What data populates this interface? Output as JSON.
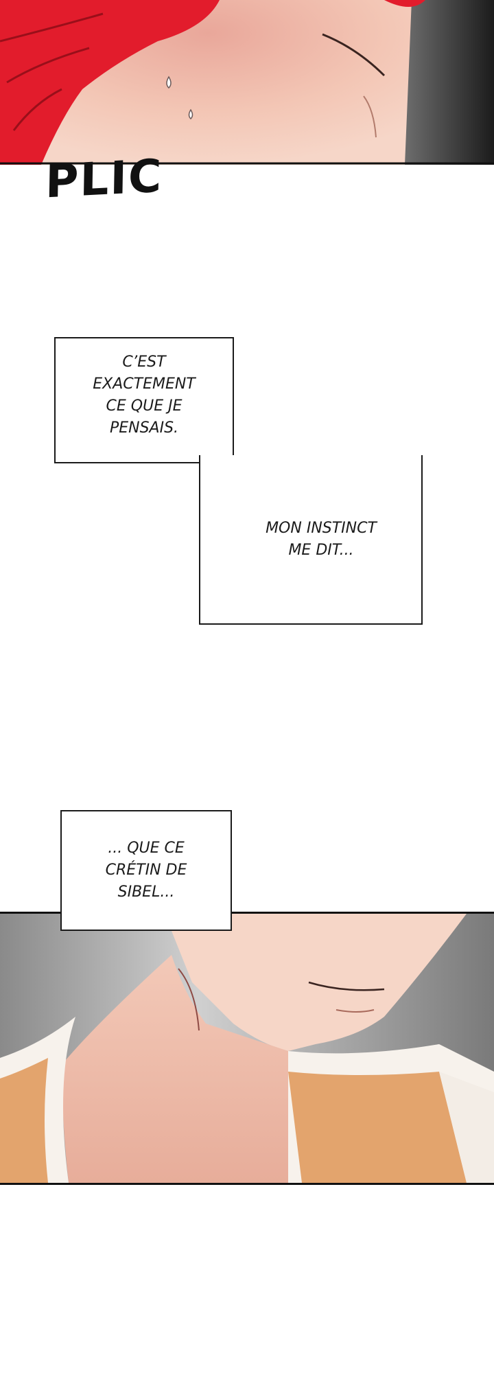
{
  "sound_effect": "PLIC",
  "captions": [
    "C’EST\nEXACTEMENT\nCE QUE JE\nPENSAIS.",
    "MON INSTINCT\nME DIT...",
    "... QUE CE\nCRÉTIN DE\nSIBEL..."
  ],
  "colors": {
    "hair_red": "#e21c2c",
    "skin": "#f2c7b4",
    "shadow_skin": "#d9a493",
    "shirt": "#f7f2ec",
    "vest": "#e3a46d",
    "panel_border": "#111111"
  }
}
